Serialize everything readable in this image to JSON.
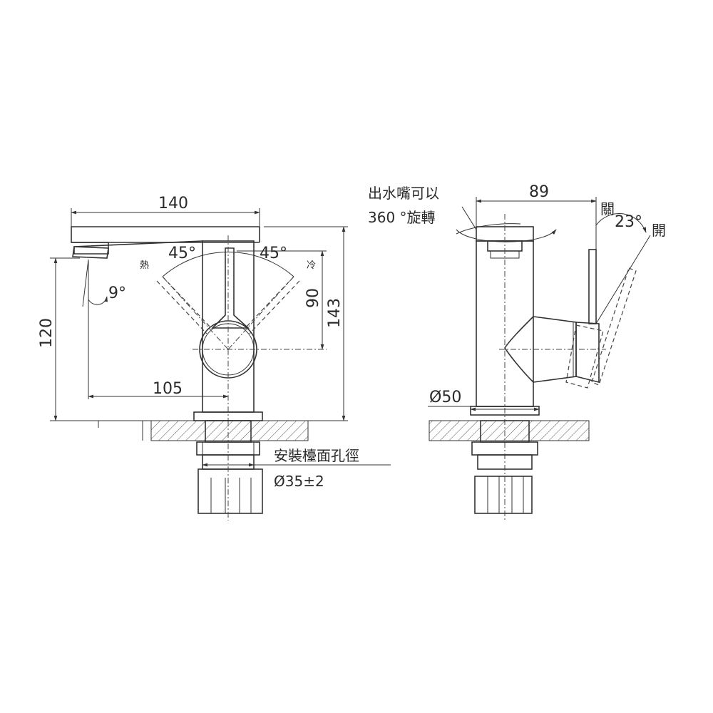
{
  "front_view": {
    "dim_width": "140",
    "dim_height_total": "143",
    "dim_height_spout": "120",
    "dim_handle_height": "90",
    "dim_reach": "105",
    "angle_hot": "45°",
    "angle_cold": "45°",
    "angle_spout": "9°",
    "label_hot": "熱",
    "label_cold": "冷",
    "hole_label": "安裝檯面孔徑",
    "hole_dim": "Ø35±2"
  },
  "side_view": {
    "dim_width": "89",
    "dim_base": "Ø50",
    "swivel_note_line1": "出水嘴可以",
    "swivel_note_line2": "360 °旋轉",
    "label_closed": "關",
    "label_open": "開",
    "angle_handle": "23°"
  }
}
